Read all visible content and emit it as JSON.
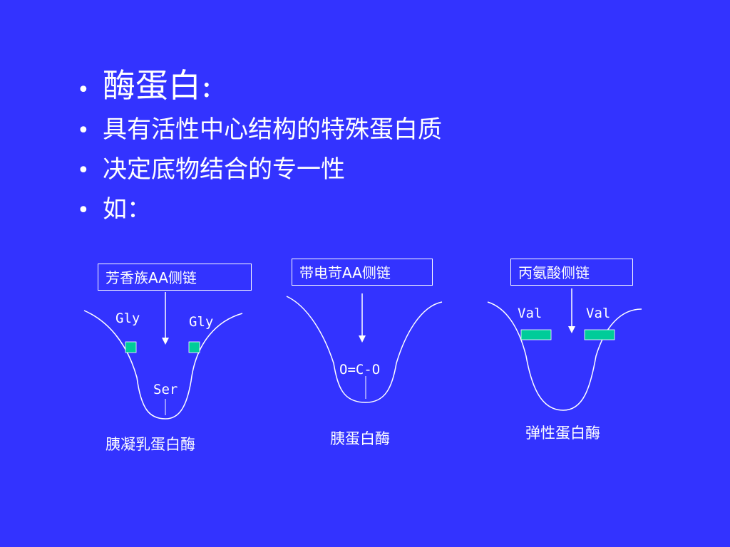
{
  "bullets": {
    "title": "酶蛋白:",
    "items": [
      "具有活性中心结构的特殊蛋白质",
      "决定底物结合的专一性",
      "如："
    ]
  },
  "enzymes": [
    {
      "label": "芳香族AA侧链",
      "residues": [
        "Gly",
        "Gly",
        "Ser"
      ],
      "caption": "胰凝乳蛋白酶"
    },
    {
      "label": "带电苛AA侧链",
      "residues": [
        "O=C-O"
      ],
      "caption": "胰蛋白酶"
    },
    {
      "label": "丙氨酸侧链",
      "residues": [
        "Val",
        "Val"
      ],
      "caption": "弹性蛋白酶"
    }
  ],
  "colors": {
    "background": "#3333ff",
    "residue_marker": "#00cc99",
    "line": "#ffffff"
  }
}
